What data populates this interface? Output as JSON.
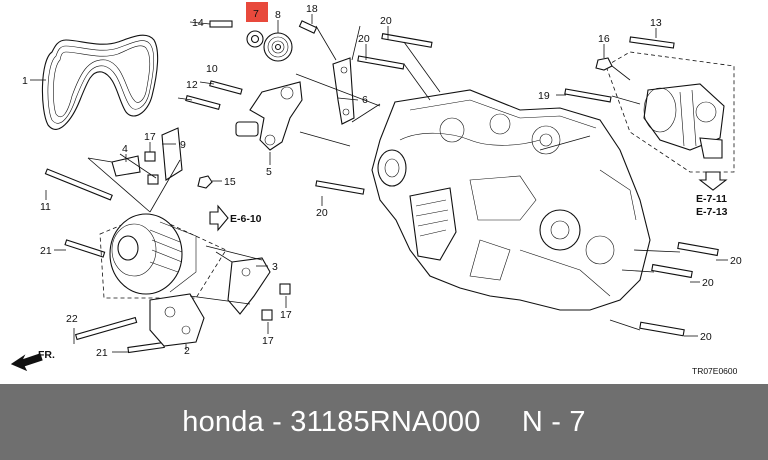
{
  "diagram": {
    "callouts": [
      {
        "id": "c1",
        "text": "1"
      },
      {
        "id": "c2",
        "text": "2"
      },
      {
        "id": "c3",
        "text": "3"
      },
      {
        "id": "c4",
        "text": "4"
      },
      {
        "id": "c5",
        "text": "5"
      },
      {
        "id": "c6",
        "text": "6"
      },
      {
        "id": "c7",
        "text": "7"
      },
      {
        "id": "c8",
        "text": "8"
      },
      {
        "id": "c9",
        "text": "9"
      },
      {
        "id": "c10",
        "text": "10"
      },
      {
        "id": "c11",
        "text": "11"
      },
      {
        "id": "c12",
        "text": "12"
      },
      {
        "id": "c13",
        "text": "13"
      },
      {
        "id": "c14",
        "text": "14"
      },
      {
        "id": "c15",
        "text": "15"
      },
      {
        "id": "c16",
        "text": "16"
      },
      {
        "id": "c17a",
        "text": "17"
      },
      {
        "id": "c17b",
        "text": "17"
      },
      {
        "id": "c17c",
        "text": "17"
      },
      {
        "id": "c18",
        "text": "18"
      },
      {
        "id": "c19",
        "text": "19"
      },
      {
        "id": "c20a",
        "text": "20"
      },
      {
        "id": "c20b",
        "text": "20"
      },
      {
        "id": "c20c",
        "text": "20"
      },
      {
        "id": "c20d",
        "text": "20"
      },
      {
        "id": "c20e",
        "text": "20"
      },
      {
        "id": "c20f",
        "text": "20"
      },
      {
        "id": "c21a",
        "text": "21"
      },
      {
        "id": "c21b",
        "text": "21"
      },
      {
        "id": "c22",
        "text": "22"
      }
    ],
    "references": {
      "e610": "E-6-10",
      "e711": "E-7-11",
      "e713": "E-7-13"
    },
    "direction_label": "FR.",
    "drawing_code": "TR07E0600",
    "highlight_color": "#e8493c"
  },
  "footer": {
    "caption": "honda - 31185RNA000     N - 7"
  }
}
